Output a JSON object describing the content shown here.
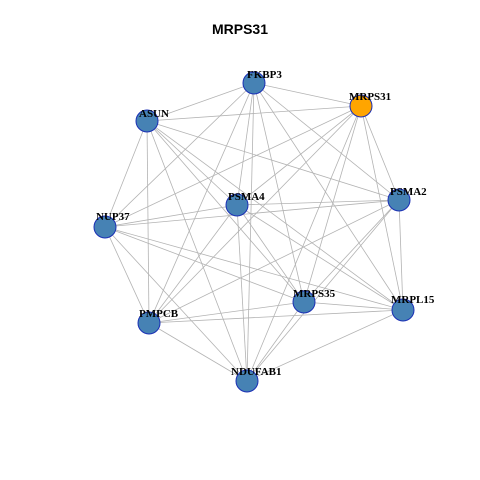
{
  "title": "MRPS31",
  "colors": {
    "default_node": "#4682b4",
    "query_node": "#ffa500",
    "edge": "#b3b3b3",
    "node_border": "#1a2fb5"
  },
  "nodes": [
    {
      "id": "FKBP3",
      "label": "FKBP3",
      "query": false
    },
    {
      "id": "MRPS31",
      "label": "MRPS31",
      "query": true
    },
    {
      "id": "ASUN",
      "label": "ASUN",
      "query": false
    },
    {
      "id": "PSMA4",
      "label": "PSMA4",
      "query": false
    },
    {
      "id": "PSMA2",
      "label": "PSMA2",
      "query": false
    },
    {
      "id": "NUP37",
      "label": "NUP37",
      "query": false
    },
    {
      "id": "MRPS35",
      "label": "MRPS35",
      "query": false
    },
    {
      "id": "MRPL15",
      "label": "MRPL15",
      "query": false
    },
    {
      "id": "PMPCB",
      "label": "PMPCB",
      "query": false
    },
    {
      "id": "NDUFAB1",
      "label": "NDUFAB1",
      "query": false
    }
  ],
  "edges": [
    [
      "FKBP3",
      "MRPS31"
    ],
    [
      "FKBP3",
      "ASUN"
    ],
    [
      "FKBP3",
      "PSMA4"
    ],
    [
      "FKBP3",
      "PSMA2"
    ],
    [
      "FKBP3",
      "NUP37"
    ],
    [
      "FKBP3",
      "MRPS35"
    ],
    [
      "FKBP3",
      "MRPL15"
    ],
    [
      "FKBP3",
      "PMPCB"
    ],
    [
      "FKBP3",
      "NDUFAB1"
    ],
    [
      "MRPS31",
      "ASUN"
    ],
    [
      "MRPS31",
      "PSMA4"
    ],
    [
      "MRPS31",
      "PSMA2"
    ],
    [
      "MRPS31",
      "NUP37"
    ],
    [
      "MRPS31",
      "MRPS35"
    ],
    [
      "MRPS31",
      "MRPL15"
    ],
    [
      "MRPS31",
      "PMPCB"
    ],
    [
      "MRPS31",
      "NDUFAB1"
    ],
    [
      "ASUN",
      "PSMA4"
    ],
    [
      "ASUN",
      "NUP37"
    ],
    [
      "ASUN",
      "MRPS35"
    ],
    [
      "ASUN",
      "MRPL15"
    ],
    [
      "ASUN",
      "PMPCB"
    ],
    [
      "ASUN",
      "NDUFAB1"
    ],
    [
      "ASUN",
      "PSMA2"
    ],
    [
      "PSMA4",
      "PSMA2"
    ],
    [
      "PSMA4",
      "NUP37"
    ],
    [
      "PSMA4",
      "MRPS35"
    ],
    [
      "PSMA4",
      "MRPL15"
    ],
    [
      "PSMA4",
      "PMPCB"
    ],
    [
      "PSMA4",
      "NDUFAB1"
    ],
    [
      "PSMA2",
      "NUP37"
    ],
    [
      "PSMA2",
      "MRPS35"
    ],
    [
      "PSMA2",
      "MRPL15"
    ],
    [
      "PSMA2",
      "PMPCB"
    ],
    [
      "PSMA2",
      "NDUFAB1"
    ],
    [
      "NUP37",
      "MRPS35"
    ],
    [
      "NUP37",
      "MRPL15"
    ],
    [
      "NUP37",
      "PMPCB"
    ],
    [
      "NUP37",
      "NDUFAB1"
    ],
    [
      "MRPS35",
      "MRPL15"
    ],
    [
      "MRPS35",
      "PMPCB"
    ],
    [
      "MRPS35",
      "NDUFAB1"
    ],
    [
      "MRPL15",
      "PMPCB"
    ],
    [
      "MRPL15",
      "NDUFAB1"
    ],
    [
      "PMPCB",
      "NDUFAB1"
    ]
  ]
}
